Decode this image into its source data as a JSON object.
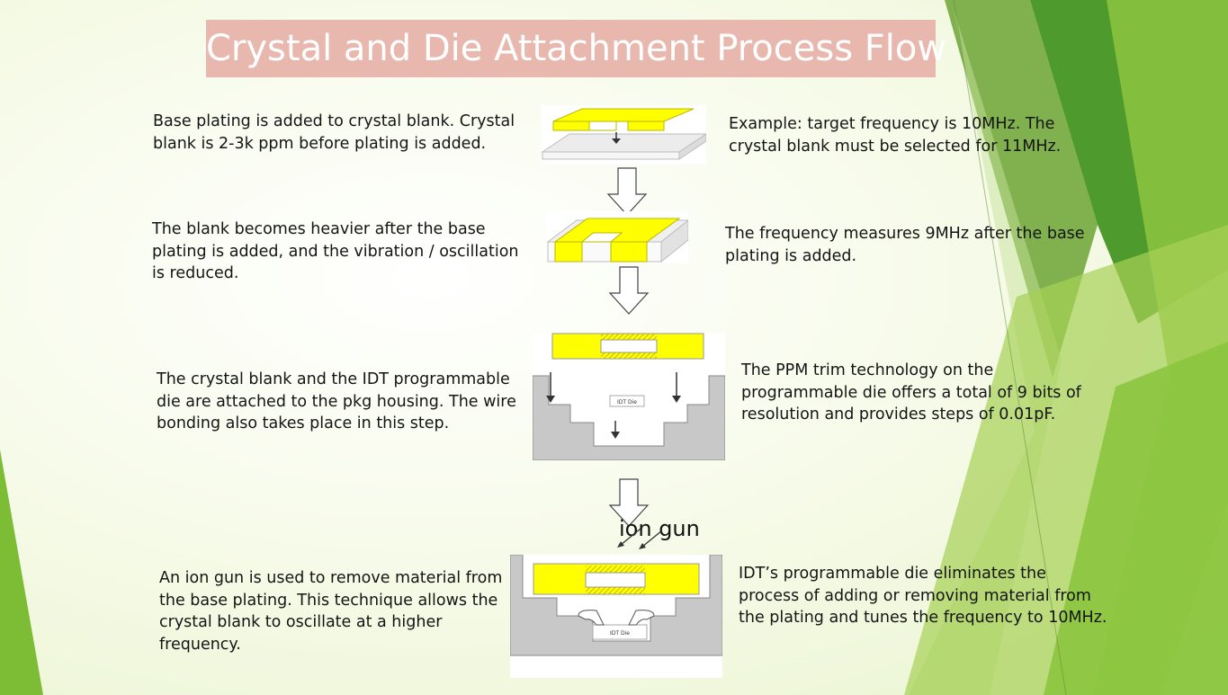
{
  "title": "Crystal and Die Attachment Process Flow",
  "steps": [
    {
      "left": "Base plating is added to crystal blank. Crystal blank is 2-3k ppm before plating is added.",
      "right": "Example:  target frequency is 10MHz. The crystal blank must be selected for 11MHz."
    },
    {
      "left": "The blank becomes heavier after the base plating is added, and the vibration / oscillation is reduced.",
      "right": "The frequency measures 9MHz after the base plating is added."
    },
    {
      "left": "The crystal blank and the IDT programmable die are attached to the pkg housing. The wire bonding also takes place in this step.",
      "right": "The PPM trim technology on the programmable die offers a total of 9 bits of resolution and provides steps of 0.01pF.",
      "die_label": "IDT Die"
    },
    {
      "left": "An ion gun is used to remove material from the base plating. This technique allows the crystal blank to oscillate at a higher frequency.",
      "right": "IDT’s programmable die eliminates the process of adding or removing material from the plating and tunes the frequency to 10MHz.",
      "die_label": "IDT Die",
      "ion_label": "ion gun"
    }
  ],
  "colors": {
    "plating": "#ffff00",
    "title_bg": "#e8b8ae",
    "housing": "#c8c8c8",
    "accent_green": "#8cc63f"
  }
}
